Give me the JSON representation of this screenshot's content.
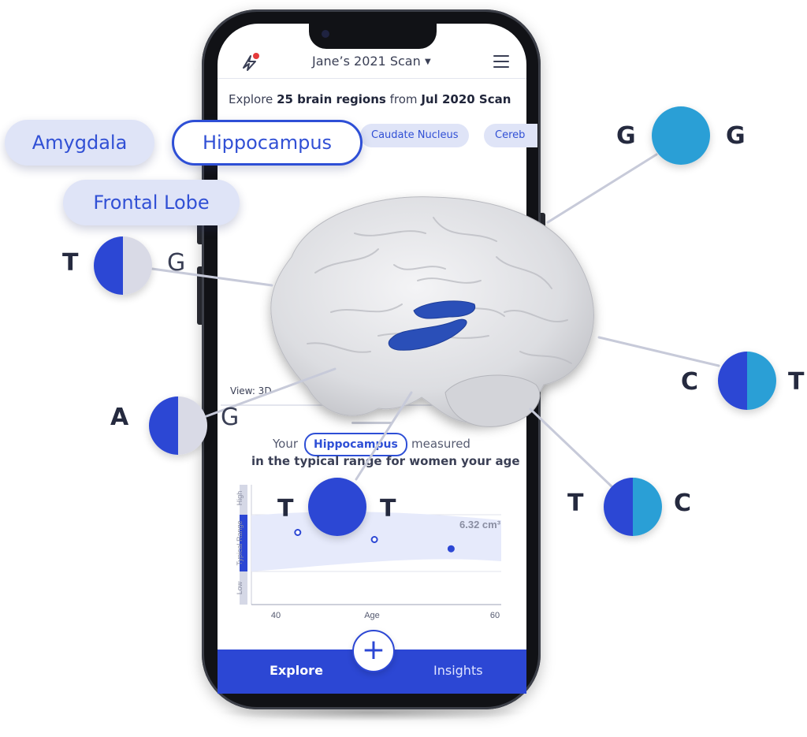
{
  "header": {
    "scan_title": "Jane’s 2021 Scan",
    "scan_caret": "▼"
  },
  "explore": {
    "prefix": "Explore",
    "count": "25 brain regions",
    "middle": "from",
    "scan": "Jul 2020 Scan"
  },
  "regions": {
    "amygdala": "Amygdala",
    "hippocampus": "Hippocampus",
    "frontal_lobe": "Frontal Lobe",
    "caudate_nucleus": "Caudate Nucleus",
    "cerebellum_partial": "Cereb"
  },
  "alleles": [
    {
      "left": "G",
      "right": "G",
      "left_color": "#2a9fd6",
      "right_color": "#2a9fd6"
    },
    {
      "left": "T",
      "right": "G",
      "left_color": "#2c47d4",
      "right_color": "#d9dae6"
    },
    {
      "left": "C",
      "right": "T",
      "left_color": "#2c47d4",
      "right_color": "#2a9fd6"
    },
    {
      "left": "A",
      "right": "G",
      "left_color": "#2c47d4",
      "right_color": "#d9dae6"
    },
    {
      "left": "T",
      "right": "T",
      "left_color": "#2c47d4",
      "right_color": "#2c47d4"
    },
    {
      "left": "T",
      "right": "C",
      "left_color": "#2c47d4",
      "right_color": "#2a9fd6"
    }
  ],
  "view": {
    "label": "View: 3D"
  },
  "result": {
    "your": "Your",
    "region": "Hippocampus",
    "measured": "measured",
    "range_text": "in the typical range for women your age"
  },
  "chart_data": {
    "type": "scatter",
    "xlabel": "Age",
    "x_ticks": [
      "40",
      "60"
    ],
    "xlim": [
      40,
      60
    ],
    "y_bands": [
      "High",
      "Typical Range",
      "Low"
    ],
    "series": [
      {
        "values": [
          {
            "x": 42,
            "y": 6.55
          },
          {
            "x": 49,
            "y": 6.45
          }
        ]
      },
      {
        "values": [
          {
            "x": 56,
            "y": 6.32
          }
        ]
      }
    ],
    "annotation": "6.32 cm³",
    "colors": {
      "band": "#e6eafb",
      "point": "#2c47d4",
      "axis_bar": "#2c47d4"
    }
  },
  "tabs": {
    "explore": "Explore",
    "insights": "Insights",
    "add": "+"
  },
  "colors": {
    "accent": "#2c47d4",
    "light_accent": "#2a9fd6",
    "chip_bg": "#dfe4f7"
  }
}
